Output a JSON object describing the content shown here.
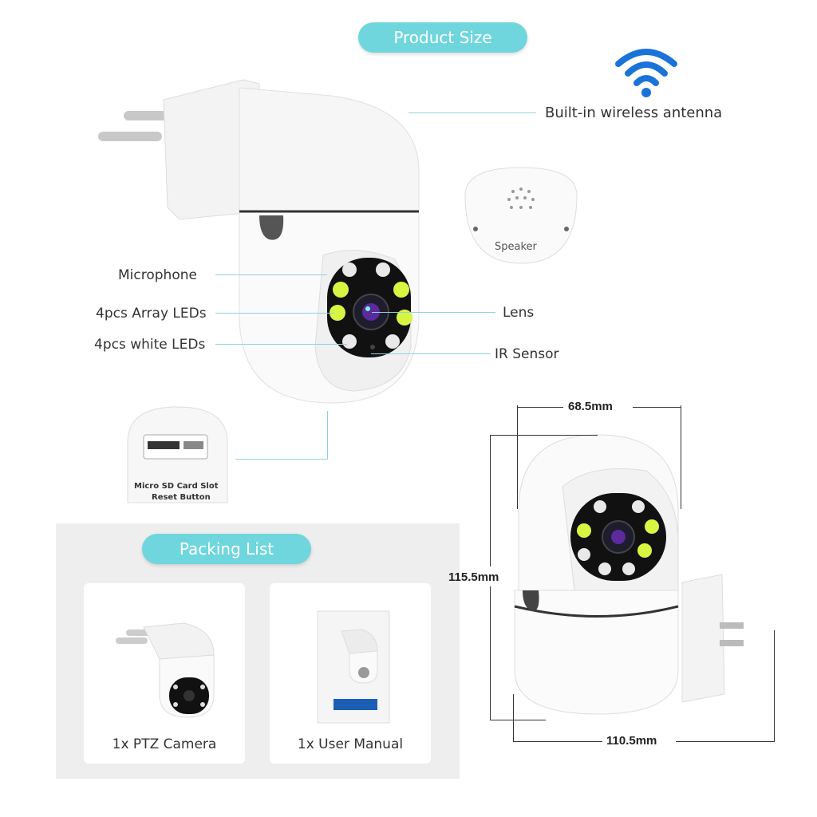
{
  "headers": {
    "product_size": "Product Size",
    "packing_list": "Packing List"
  },
  "callouts": {
    "antenna": "Built-in wireless antenna",
    "speaker": "Speaker",
    "microphone": "Microphone",
    "array_leds": "4pcs Array LEDs",
    "white_leds": "4pcs white LEDs",
    "lens": "Lens",
    "ir_sensor": "IR Sensor",
    "sd_slot_line1": "Micro SD Card Slot",
    "sd_slot_line2": "Reset Button"
  },
  "dimensions": {
    "depth": "68.5mm",
    "height": "115.5mm",
    "width": "110.5mm"
  },
  "packing_items": [
    {
      "label": "1x PTZ Camera"
    },
    {
      "label": "1x User Manual"
    }
  ],
  "colors": {
    "accent": "#6fd6dd",
    "led_yellow_green": "#d8f542",
    "wifi_blue": "#1a73d9"
  },
  "icons": [
    "wifi-icon"
  ]
}
